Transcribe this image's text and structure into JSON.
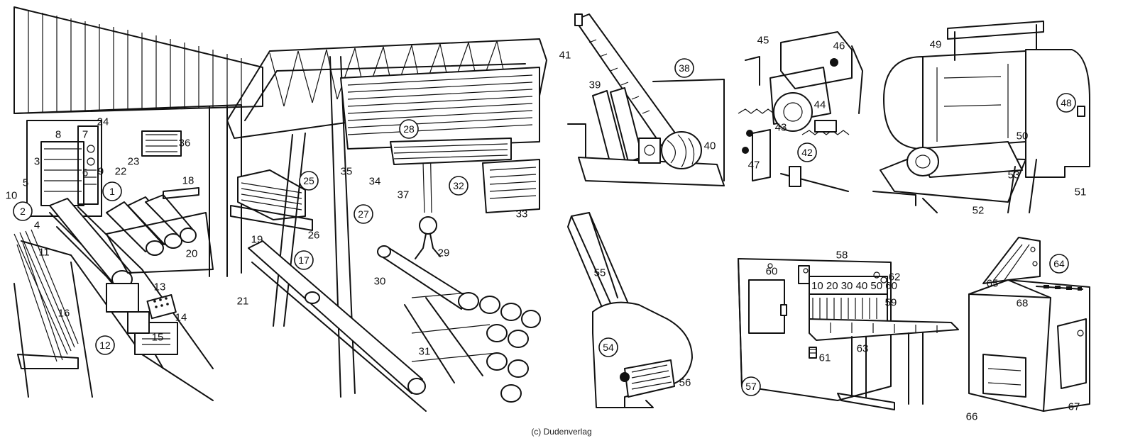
{
  "credit": "(c) Dudenverlag",
  "labels": [
    "1",
    "2",
    "3",
    "4",
    "5",
    "6",
    "7",
    "8",
    "9",
    "10",
    "11",
    "12",
    "13",
    "14",
    "15",
    "16",
    "17",
    "18",
    "19",
    "20",
    "21",
    "22",
    "23",
    "24",
    "25",
    "26",
    "27",
    "28",
    "29",
    "30",
    "31",
    "32",
    "33",
    "34",
    "35",
    "36",
    "37",
    "38",
    "39",
    "40",
    "41",
    "42",
    "43",
    "44",
    "45",
    "46",
    "47",
    "48",
    "49",
    "50",
    "51",
    "52",
    "53",
    "54",
    "55",
    "56",
    "57",
    "58",
    "59",
    "60",
    "61",
    "62",
    "63",
    "64",
    "65",
    "66",
    "67",
    "68"
  ],
  "gauge_scale": "10 20 30 40 50 60"
}
